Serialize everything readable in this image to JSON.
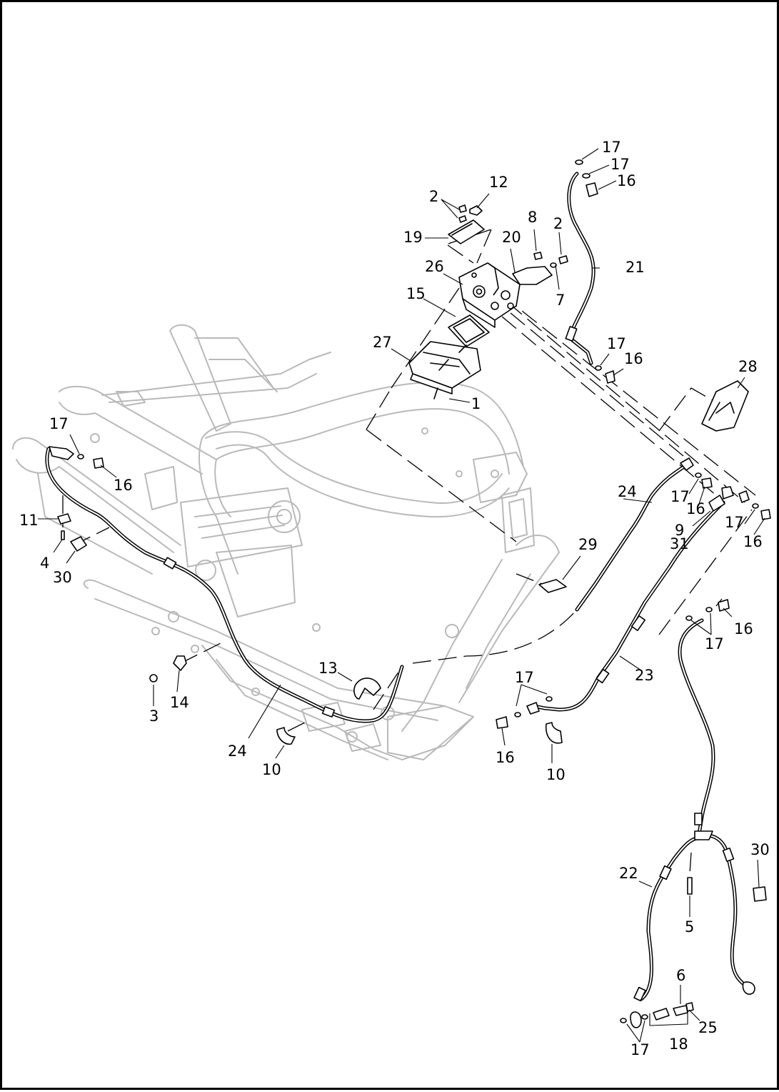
{
  "diagram": {
    "callouts": [
      {
        "id": "c1",
        "text": "1"
      },
      {
        "id": "c2a",
        "text": "2"
      },
      {
        "id": "c2b",
        "text": "2"
      },
      {
        "id": "c3",
        "text": "3"
      },
      {
        "id": "c4",
        "text": "4"
      },
      {
        "id": "c5",
        "text": "5"
      },
      {
        "id": "c6",
        "text": "6"
      },
      {
        "id": "c7",
        "text": "7"
      },
      {
        "id": "c8",
        "text": "8"
      },
      {
        "id": "c9",
        "text": "9"
      },
      {
        "id": "c10a",
        "text": "10"
      },
      {
        "id": "c10b",
        "text": "10"
      },
      {
        "id": "c11",
        "text": "11"
      },
      {
        "id": "c12",
        "text": "12"
      },
      {
        "id": "c13",
        "text": "13"
      },
      {
        "id": "c14",
        "text": "14"
      },
      {
        "id": "c15",
        "text": "15"
      },
      {
        "id": "c16a",
        "text": "16"
      },
      {
        "id": "c16b",
        "text": "16"
      },
      {
        "id": "c16c",
        "text": "16"
      },
      {
        "id": "c16d",
        "text": "16"
      },
      {
        "id": "c16e",
        "text": "16"
      },
      {
        "id": "c16f",
        "text": "16"
      },
      {
        "id": "c16g",
        "text": "16"
      },
      {
        "id": "c17a",
        "text": "17"
      },
      {
        "id": "c17b",
        "text": "17"
      },
      {
        "id": "c17c",
        "text": "17"
      },
      {
        "id": "c17d",
        "text": "17"
      },
      {
        "id": "c17e",
        "text": "17"
      },
      {
        "id": "c17f",
        "text": "17"
      },
      {
        "id": "c17g",
        "text": "17"
      },
      {
        "id": "c17h",
        "text": "17"
      },
      {
        "id": "c17i",
        "text": "17"
      },
      {
        "id": "c18",
        "text": "18"
      },
      {
        "id": "c19",
        "text": "19"
      },
      {
        "id": "c20",
        "text": "20"
      },
      {
        "id": "c21",
        "text": "21"
      },
      {
        "id": "c22",
        "text": "22"
      },
      {
        "id": "c23",
        "text": "23"
      },
      {
        "id": "c24a",
        "text": "24"
      },
      {
        "id": "c24b",
        "text": "24"
      },
      {
        "id": "c25",
        "text": "25"
      },
      {
        "id": "c26",
        "text": "26"
      },
      {
        "id": "c27",
        "text": "27"
      },
      {
        "id": "c28",
        "text": "28"
      },
      {
        "id": "c29",
        "text": "29"
      },
      {
        "id": "c30a",
        "text": "30"
      },
      {
        "id": "c30b",
        "text": "30"
      },
      {
        "id": "c31",
        "text": "31"
      }
    ]
  }
}
